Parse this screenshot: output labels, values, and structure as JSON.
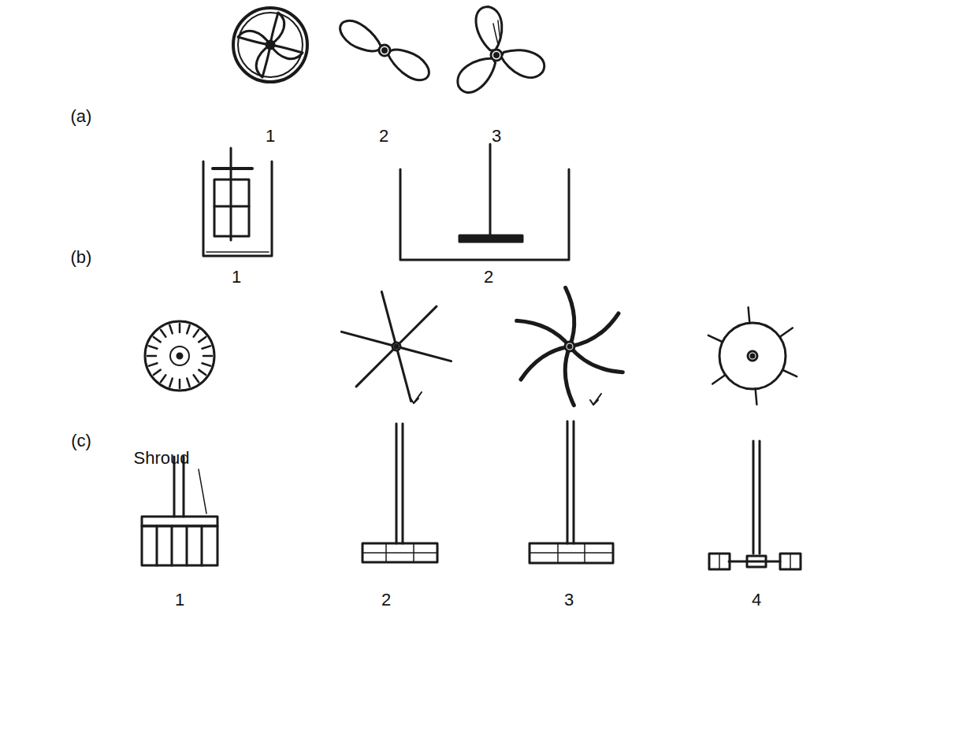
{
  "diagram": {
    "labels": [
      "(a)",
      "1",
      "2",
      "3",
      "(b)",
      "1",
      "2",
      "(c)",
      "Shroud",
      "1",
      "2",
      "3",
      "4"
    ]
  }
}
